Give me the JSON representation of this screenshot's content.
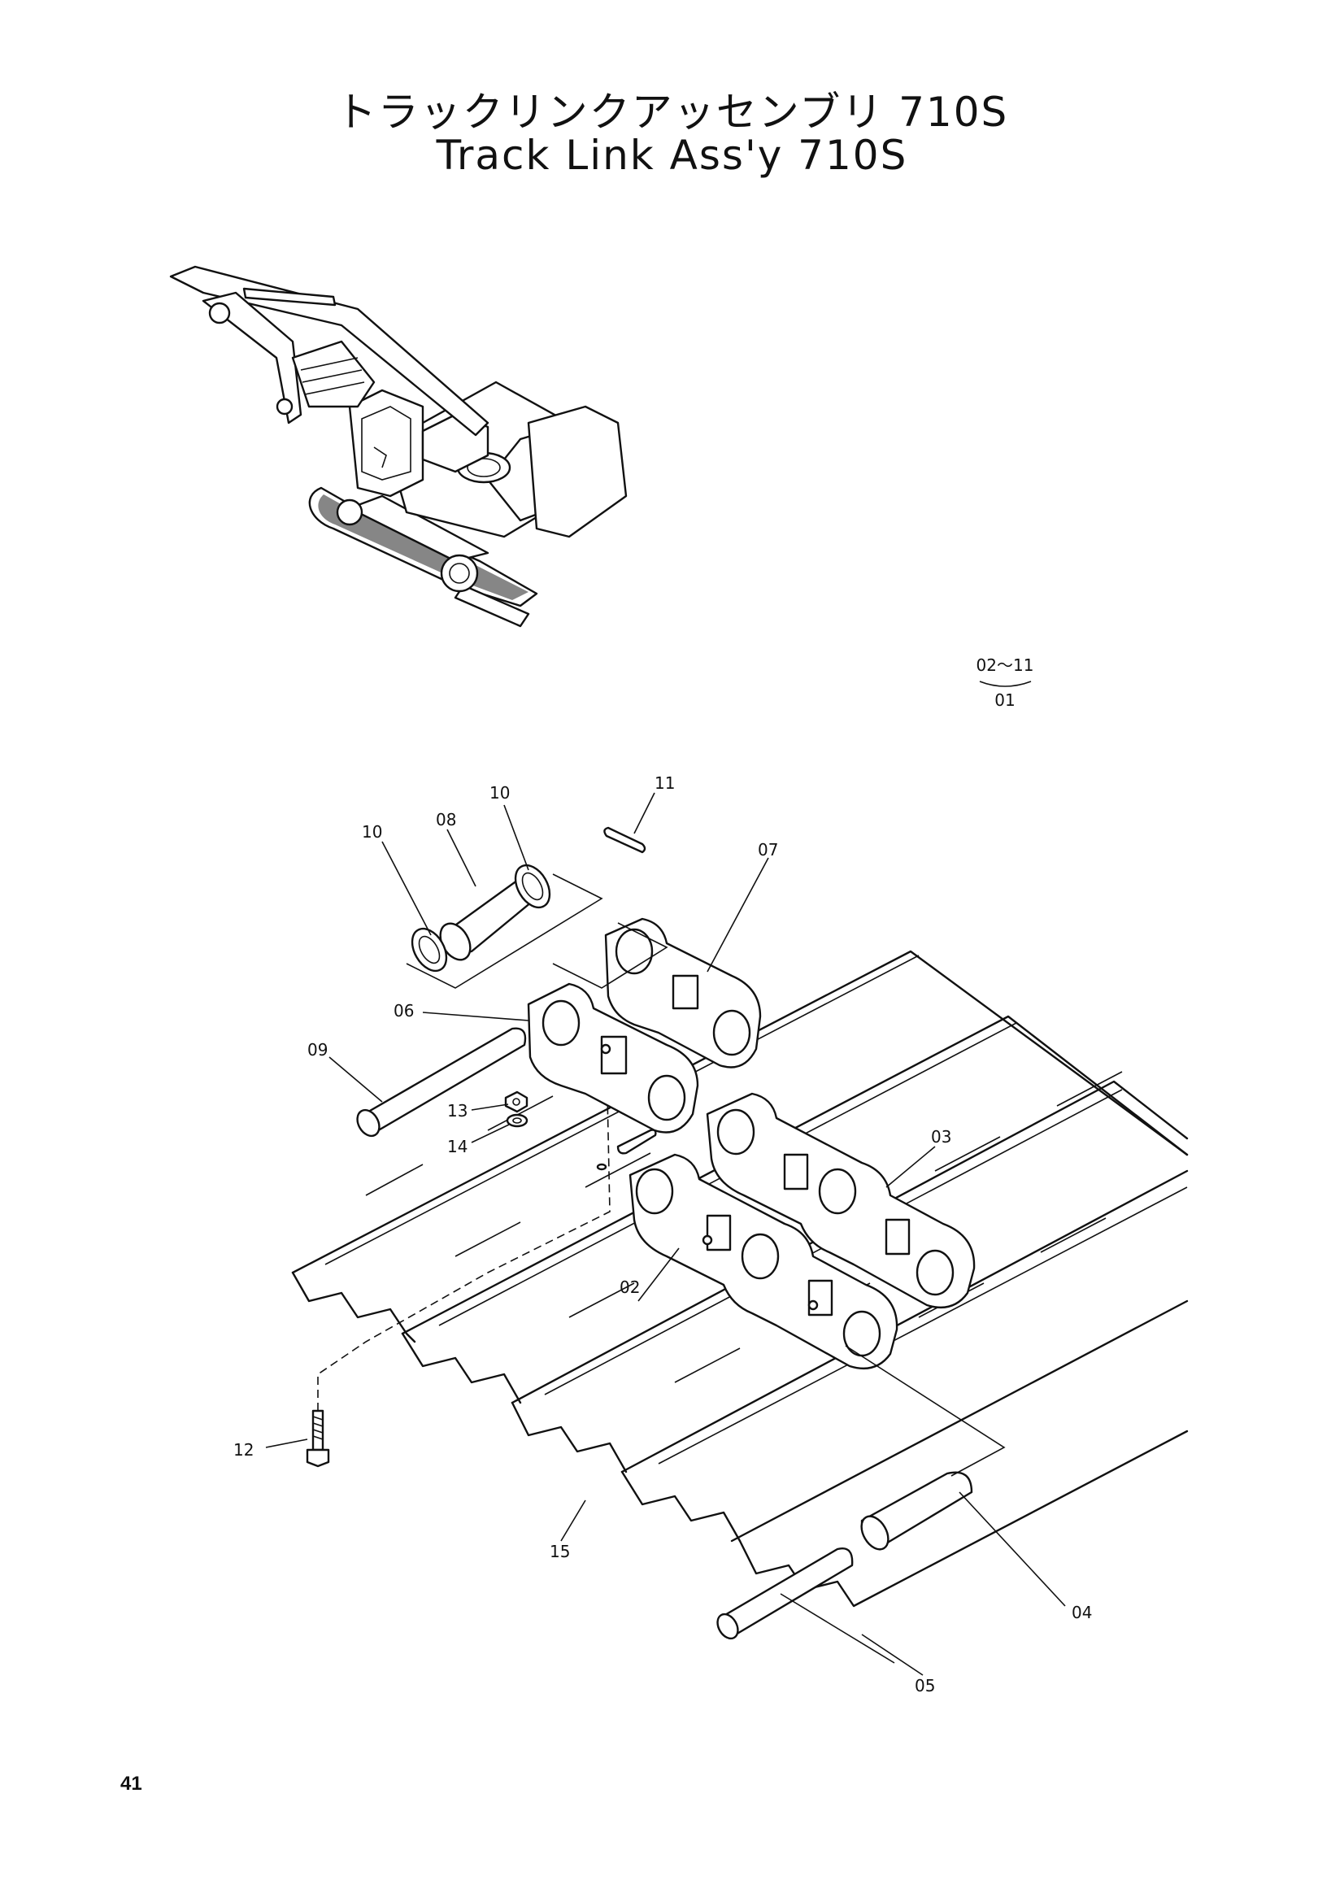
{
  "title": {
    "japanese": "トラックリンクアッセンブリ 710S",
    "english": "Track Link Ass'y 710S"
  },
  "assembly_ref": {
    "numerator": "02～11",
    "denominator": "01"
  },
  "callouts": [
    {
      "id": "02",
      "label": "02"
    },
    {
      "id": "03",
      "label": "03"
    },
    {
      "id": "04",
      "label": "04"
    },
    {
      "id": "05",
      "label": "05"
    },
    {
      "id": "06",
      "label": "06"
    },
    {
      "id": "07",
      "label": "07"
    },
    {
      "id": "08",
      "label": "08"
    },
    {
      "id": "09",
      "label": "09"
    },
    {
      "id": "10a",
      "label": "10"
    },
    {
      "id": "10b",
      "label": "10"
    },
    {
      "id": "11",
      "label": "11"
    },
    {
      "id": "12",
      "label": "12"
    },
    {
      "id": "13",
      "label": "13"
    },
    {
      "id": "14",
      "label": "14"
    },
    {
      "id": "15",
      "label": "15"
    }
  ],
  "page_number": "41"
}
